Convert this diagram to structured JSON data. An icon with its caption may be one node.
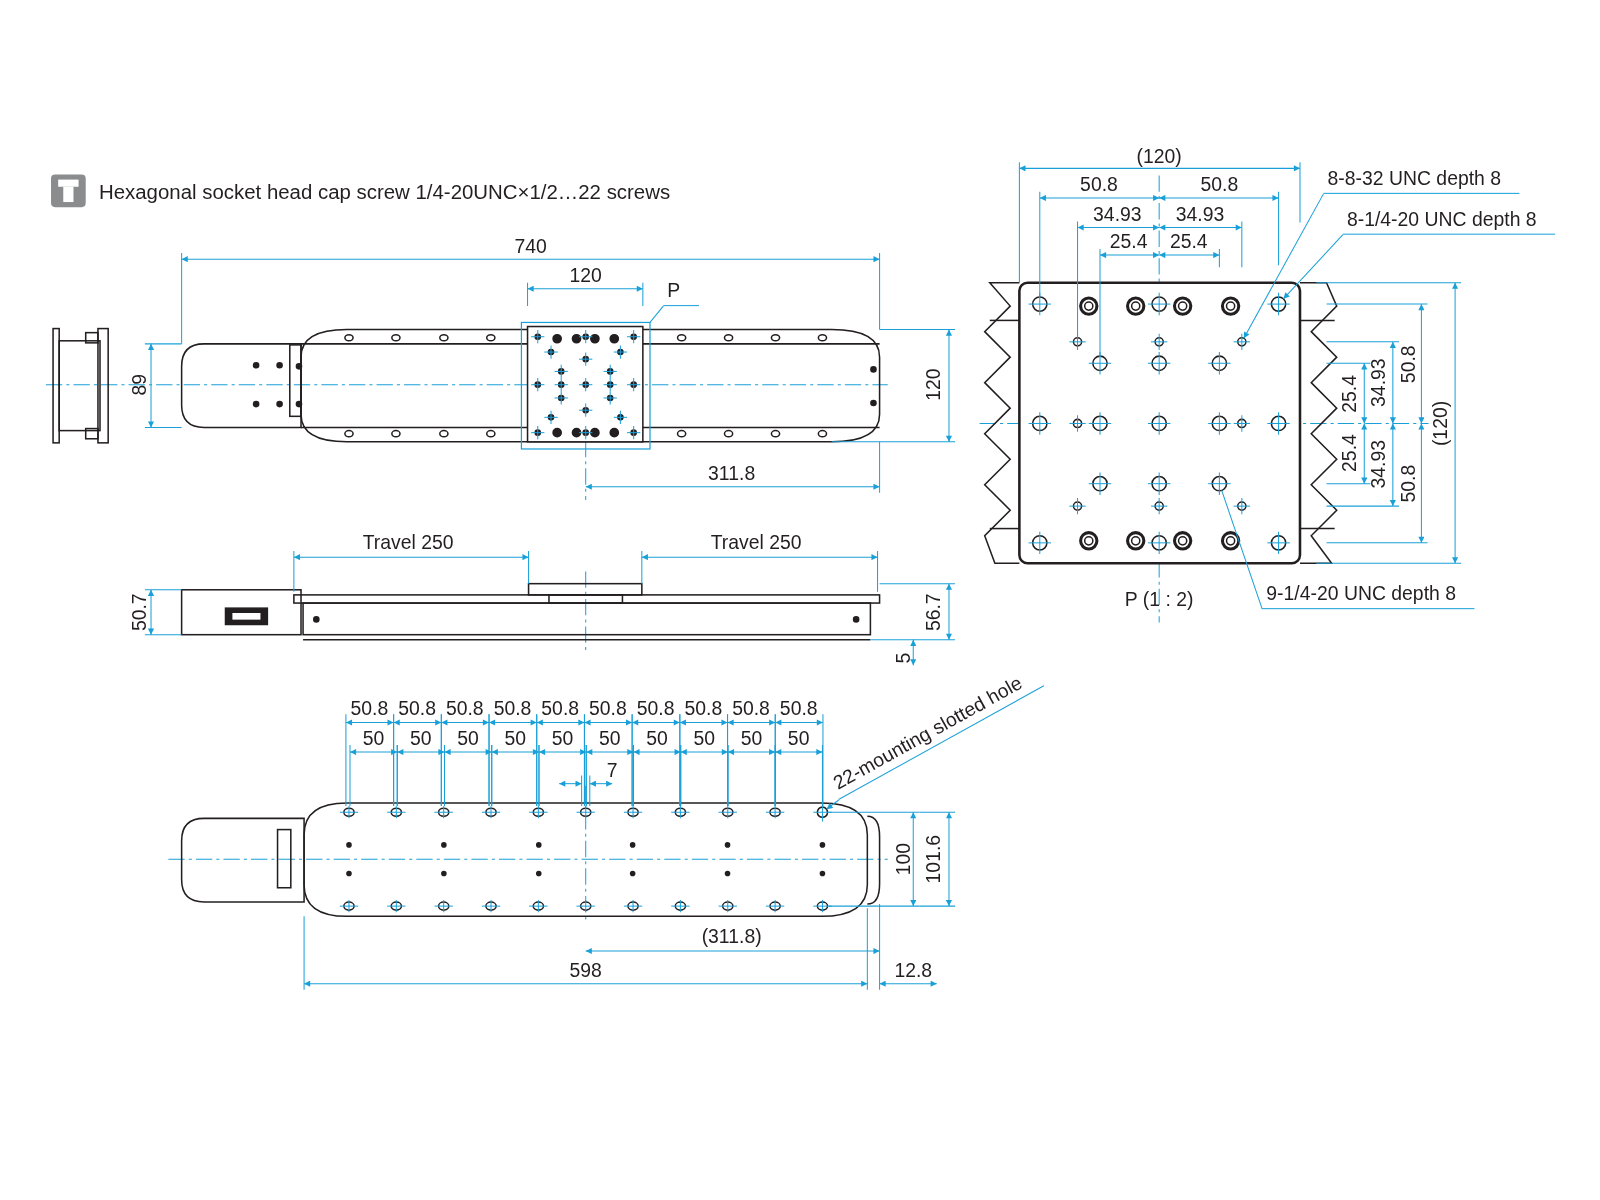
{
  "diagram": {
    "nodes": [
      {
        "text": [
          "8-8-32 UNC depth 8"
        ]
      },
      {
        "text": [],
        "shape": "circle"
      },
      {
        "text": [
          "8-1/4-20 UNC depth 8"
        ]
      },
      {
        "text": [],
        "shape": "circle"
      },
      {
        "text": [
          "P"
        ]
      },
      {
        "text": [],
        "shape": "box"
      },
      {
        "text": [
          "9-1/4-20 UNC depth 8"
        ]
      },
      {
        "text": [],
        "shape": "circle"
      },
      {
        "text": [
          "22-mounting slotted hole"
        ]
      },
      {
        "text": [],
        "shape": "circle"
      }
    ],
    "edges": [
      {
        "from": 0,
        "to": 1,
        "arrow": "to"
      },
      {
        "from": 2,
        "to": 3,
        "arrow": "to"
      },
      {
        "from": 4,
        "to": 5,
        "arrow": "none"
      },
      {
        "from": 6,
        "to": 7,
        "arrow": "none"
      },
      {
        "from": 8,
        "to": 9,
        "arrow": "to"
      }
    ],
    "labels": [
      "Hexagonal socket head cap screw 1/4-20UNC×1/2…22 screws",
      "740",
      "120",
      "89",
      "120",
      "311.8",
      "Travel 250",
      "Travel 250",
      "50.7",
      "56.7",
      "5",
      "50.8",
      "50.8",
      "50.8",
      "50.8",
      "50.8",
      "50.8",
      "50.8",
      "50.8",
      "50.8",
      "50.8",
      "50",
      "50",
      "50",
      "50",
      "50",
      "50",
      "50",
      "50",
      "50",
      "50",
      "7",
      "100",
      "101.6",
      "(311.8)",
      "598",
      "12.8",
      "(120)",
      "50.8",
      "50.8",
      "34.93",
      "34.93",
      "25.4",
      "25.4",
      "25.4",
      "34.93",
      "50.8",
      "(120)",
      "25.4",
      "34.93",
      "50.8",
      "P (1 : 2)"
    ]
  }
}
